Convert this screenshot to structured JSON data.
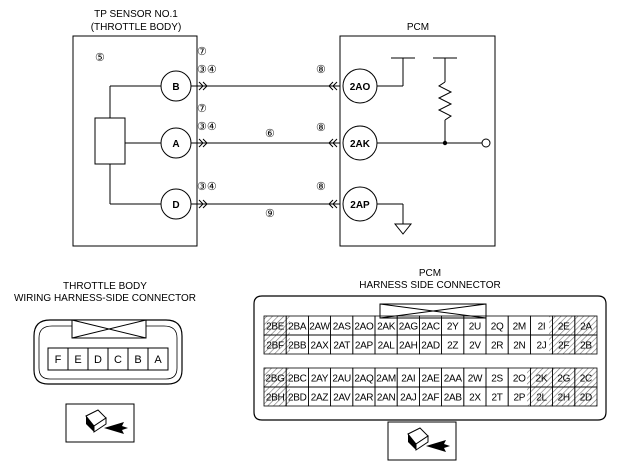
{
  "diagram": {
    "sensor": {
      "title_line1": "TP SENSOR NO.1",
      "title_line2": "(THROTTLE BODY)",
      "note": "⑤",
      "pins": [
        {
          "id": "B",
          "notes_top": "⑦",
          "notes": "③④",
          "pcm_note": "⑧",
          "pcm_pin": "2AO",
          "wire_note": ""
        },
        {
          "id": "A",
          "notes_top": "⑦",
          "notes": "③④",
          "pcm_note": "⑧",
          "pcm_pin": "2AK",
          "wire_note": "⑥"
        },
        {
          "id": "D",
          "notes_top": "",
          "notes": "③④",
          "pcm_note": "⑧",
          "pcm_pin": "2AP",
          "wire_note": "⑨"
        }
      ]
    },
    "pcm": {
      "title": "PCM"
    },
    "throttle_connector": {
      "title_line1": "THROTTLE BODY",
      "title_line2": "WIRING HARNESS-SIDE CONNECTOR",
      "pins": [
        "F",
        "E",
        "D",
        "C",
        "B",
        "A"
      ]
    },
    "pcm_connector": {
      "title_line1": "PCM",
      "title_line2": "HARNESS SIDE CONNECTOR",
      "row1": [
        "2BE",
        "2BA",
        "2AW",
        "2AS",
        "2AO",
        "2AK",
        "2AG",
        "2AC",
        "2Y",
        "2U",
        "2Q",
        "2M",
        "2I",
        "2E",
        "2A"
      ],
      "row2": [
        "2BF",
        "2BB",
        "2AX",
        "2AT",
        "2AP",
        "2AL",
        "2AH",
        "2AD",
        "2Z",
        "2V",
        "2R",
        "2N",
        "2J",
        "2F",
        "2B"
      ],
      "row3": [
        "2BG",
        "2BC",
        "2AY",
        "2AU",
        "2AQ",
        "2AM",
        "2AI",
        "2AE",
        "2AA",
        "2W",
        "2S",
        "2O",
        "2K",
        "2G",
        "2C"
      ],
      "row4": [
        "2BH",
        "2BD",
        "2AZ",
        "2AV",
        "2AR",
        "2AN",
        "2AJ",
        "2AF",
        "2AB",
        "2X",
        "2T",
        "2P",
        "2L",
        "2H",
        "2D"
      ]
    }
  }
}
